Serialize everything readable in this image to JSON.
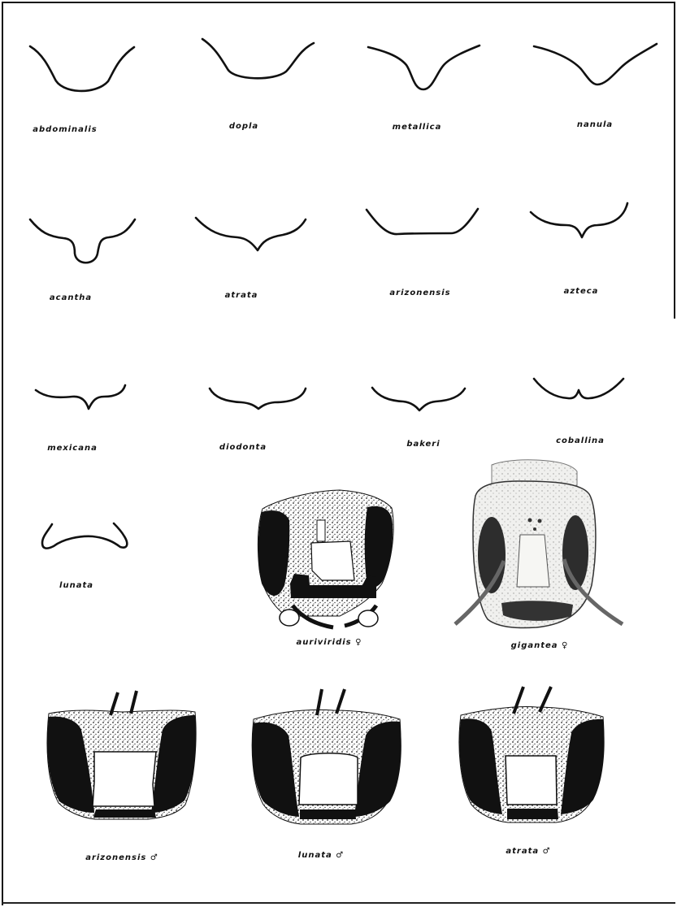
{
  "labels": {
    "abdominalis": "abdominalis",
    "dopla": "dopla",
    "metallica": "metallica",
    "nanula": "nanula",
    "acantha": "acantha",
    "atrata": "atrata",
    "arizonensis": "arizonensis",
    "azteca": "azteca",
    "mexicana": "mexicana",
    "diodonta": "diodonta",
    "bakeri": "bakeri",
    "coballina": "coballina",
    "lunata": "lunata",
    "auriviridis_f": "auriviridis ♀",
    "gigantea_f": "gigantea ♀",
    "arizonensis_m": "arizonensis ♂",
    "lunata_m": "lunata ♂",
    "atrata_m": "atrata ♂"
  }
}
